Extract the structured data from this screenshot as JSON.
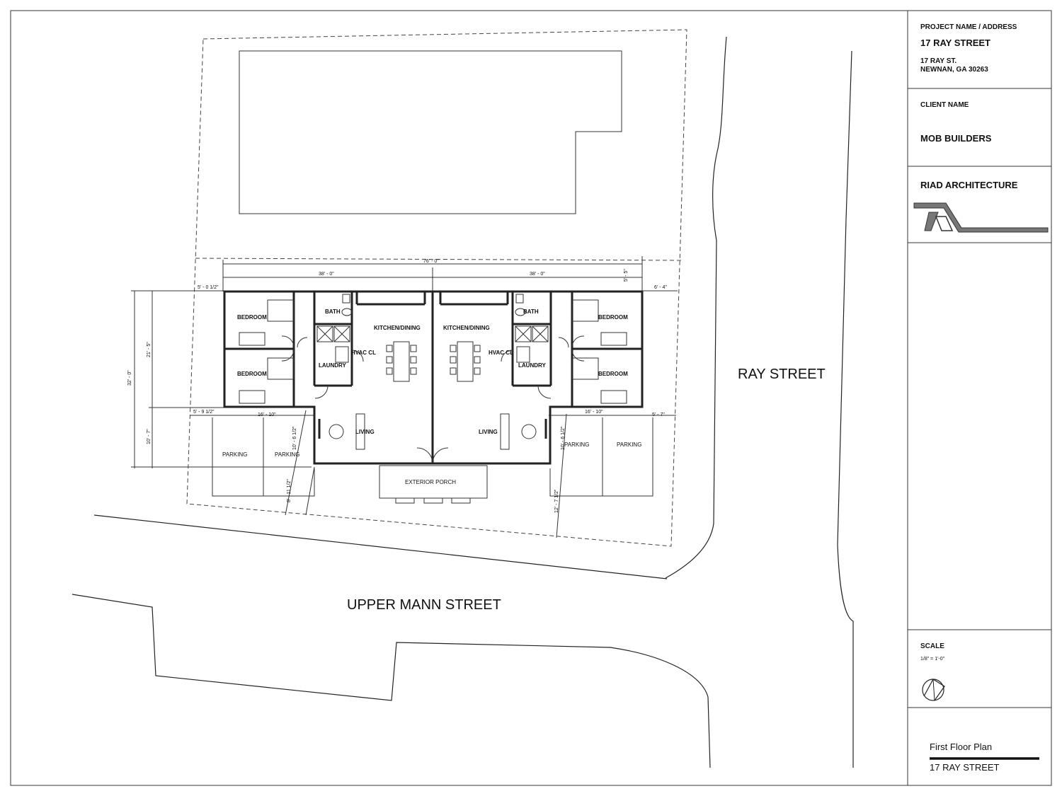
{
  "title_block": {
    "project_label": "PROJECT NAME / ADDRESS",
    "project_name": "17 RAY STREET",
    "address_line1": "17 RAY ST.",
    "address_line2": "NEWNAN, GA 30263",
    "client_label": "CLIENT NAME",
    "client_name": "MOB BUILDERS",
    "firm_name": "RIAD ARCHITECTURE",
    "scale_label": "SCALE",
    "scale_value": "1/8\" = 1'-0\"",
    "sheet_title": "First Floor Plan",
    "sheet_subtitle": "17 RAY STREET"
  },
  "streets": {
    "east": "RAY STREET",
    "south": "UPPER MANN STREET"
  },
  "rooms": {
    "bedroom": "BEDROOM",
    "bath": "BATH",
    "laundry": "LAUNDRY",
    "hvac": "HVAC CL",
    "kitchen": "KITCHEN/DINING",
    "living": "LIVING",
    "parking": "PARKING",
    "porch": "EXTERIOR PORCH"
  },
  "dimensions": {
    "overall_width": "76' - 0\"",
    "half_width_left": "38' - 0\"",
    "half_width_right": "38' - 0\"",
    "setback_left_top": "5' - 0 1/2\"",
    "setback_right_top": "6' - 4\"",
    "top_right_small": "5' - 5\"",
    "overall_depth": "32' - 0\"",
    "upper_depth": "21' - 5\"",
    "lower_depth": "10' - 7\"",
    "left_setback_mid": "5' - 9 1/2\"",
    "left_wing_width": "16' - 10\"",
    "right_wing_width": "16' - 10\"",
    "right_setback_mid": "5' - 7\"",
    "left_porch_depth": "10' - 6 1/2\"",
    "right_porch_depth": "10' - 6 1/2\"",
    "left_front_setback": "8' - 11 1/2\"",
    "right_front_setback": "12' - 7 1/2\""
  }
}
